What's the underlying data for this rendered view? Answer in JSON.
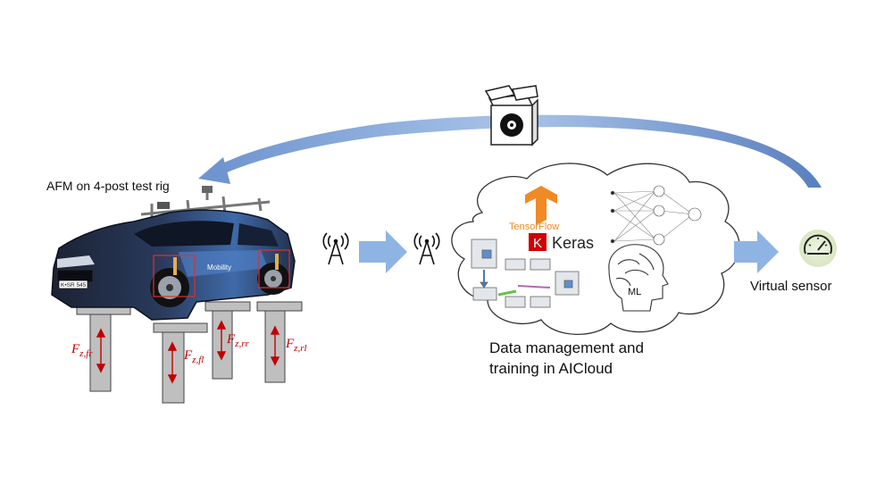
{
  "labels": {
    "test_rig": "AFM on 4-post test rig",
    "virtual_sensor": "Virtual sensor",
    "cloud_caption_line1": "Data management and",
    "cloud_caption_line2": "training in AICloud"
  },
  "cloud": {
    "tensorflow": "TensorFlow",
    "keras_icon": "K",
    "keras": "Keras",
    "ml": "ML"
  },
  "car": {
    "plate": "K•SR 545",
    "door_text": "Mobility"
  },
  "forces": [
    {
      "symbol": "F",
      "subscript": "z,fr"
    },
    {
      "symbol": "F",
      "subscript": "z,fl"
    },
    {
      "symbol": "F",
      "subscript": "z,rr"
    },
    {
      "symbol": "F",
      "subscript": "z,rl"
    }
  ],
  "icons": [
    "software-box-icon",
    "antenna-icon",
    "speedometer-icon",
    "brain-icon",
    "neural-network-icon",
    "server-icon"
  ],
  "colors": {
    "arrow_blue": "#8eb4e3",
    "arrow_dark": "#5a7fbf",
    "force_red": "#c00000",
    "post_gray": "#bfbfbf",
    "gauge_bg": "#e6f0d6",
    "keras_red": "#d00000",
    "tensorflow_orange": "#f08a24"
  }
}
